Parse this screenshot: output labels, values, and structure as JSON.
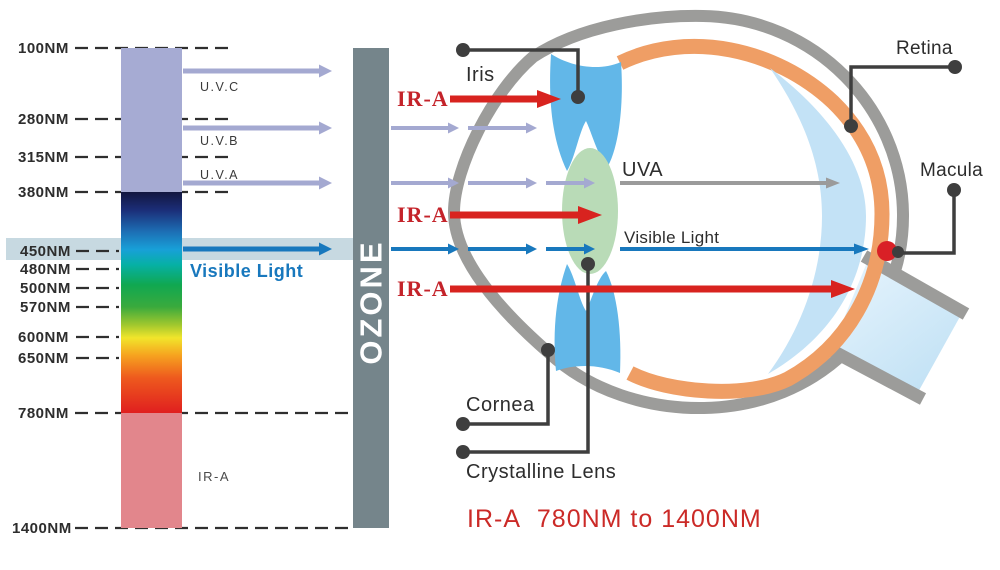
{
  "spectrum": {
    "ticks": [
      {
        "label": "100NM"
      },
      {
        "label": "280NM"
      },
      {
        "label": "315NM"
      },
      {
        "label": "380NM"
      },
      {
        "label": "450NM"
      },
      {
        "label": "480NM"
      },
      {
        "label": "500NM"
      },
      {
        "label": "570NM"
      },
      {
        "label": "600NM"
      },
      {
        "label": "650NM"
      },
      {
        "label": "780NM"
      },
      {
        "label": "1400NM"
      }
    ],
    "uv_band_labels": [
      "U.V.C",
      "U.V.B",
      "U.V.A"
    ],
    "ir_band_label": "IR-A",
    "visible_light_label": "Visible Light"
  },
  "ozone": {
    "label": "OZONE"
  },
  "ir_beams": [
    {
      "label": "IR-A"
    },
    {
      "label": "IR-A"
    },
    {
      "label": "IR-A"
    }
  ],
  "eye": {
    "iris": "Iris",
    "uva": "UVA",
    "visible_light": "Visible Light",
    "retina": "Retina",
    "macula": "Macula",
    "cornea": "Cornea",
    "crystalline_lens": "Crystalline Lens"
  },
  "caption": "IR-A  780NM to 1400NM",
  "colors": {
    "uv_lavender": "#a6abd3",
    "ir_salmon": "#e2868c",
    "visible_blue": "#1878bd",
    "ir_red": "#d8231f",
    "ozone_gray": "#75858b",
    "eye_outline": "#9c9c9a",
    "choroid_orange": "#ef9e65",
    "retina_blue": "#c3e2f6",
    "iris_blue": "#62b7e8",
    "lens_green": "#b9dbb7",
    "macula_red": "#d92026"
  }
}
